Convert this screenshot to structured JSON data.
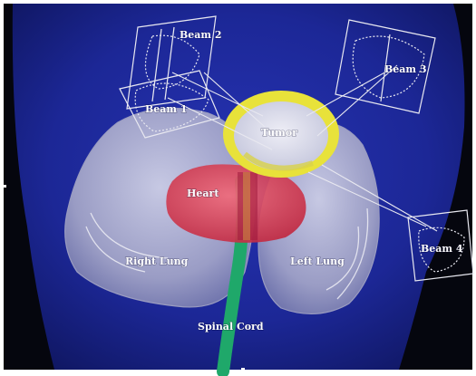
{
  "labels": {
    "beam1": "Beam 1",
    "beam2": "Beam 2",
    "beam3": "Beam 3",
    "beam4": "Beam 4",
    "tumor": "Tumor",
    "heart": "Heart",
    "right_lung": "Right Lung",
    "left_lung": "Left Lung",
    "spinal_cord": "Spinal Cord"
  },
  "colors": {
    "background_body": "#1b2596",
    "background_dark": "#05060e",
    "lung": "#c9c9d8",
    "tumor_ring": "#e8e23a",
    "heart": "#d9394e",
    "spinal_cord": "#1fa86a",
    "beam_frame": "#e8e8f0"
  }
}
